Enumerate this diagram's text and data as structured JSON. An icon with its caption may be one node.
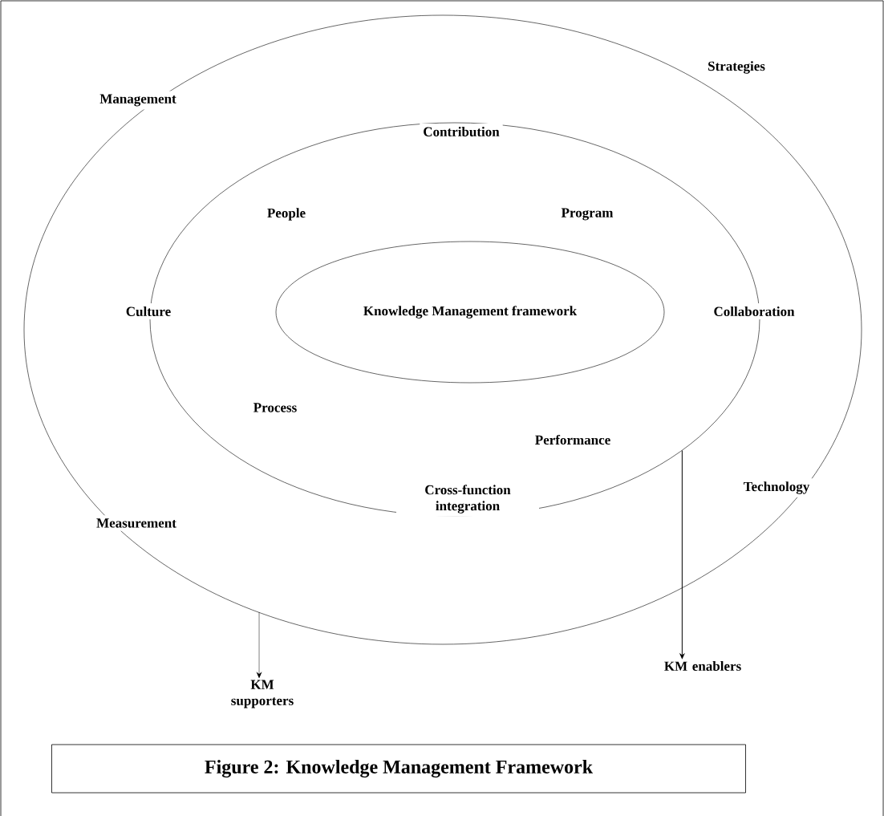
{
  "diagram": {
    "caption": "Figure 2: Knowledge Management Framework",
    "nodes": [
      {
        "text": [],
        "shape": "ellipse"
      },
      {
        "text": [],
        "shape": "ellipse",
        "in": 0
      },
      {
        "text": [
          "Knowledge Management framework"
        ],
        "in": 1
      },
      {
        "text": [
          "KM supporters"
        ]
      },
      {
        "text": [
          "KM enablers"
        ]
      }
    ],
    "edges": [
      {
        "from": 0,
        "to": 3,
        "arrow": "to",
        "style": "dashed"
      },
      {
        "from": 1,
        "to": 4,
        "arrow": "to"
      }
    ],
    "labels": [
      "Strategies",
      "Management",
      "Contribution",
      "People",
      "Program",
      "Culture",
      "Collaboration",
      "Process",
      "Performance",
      "Technology",
      "Cross-function integration",
      "Measurement"
    ]
  }
}
